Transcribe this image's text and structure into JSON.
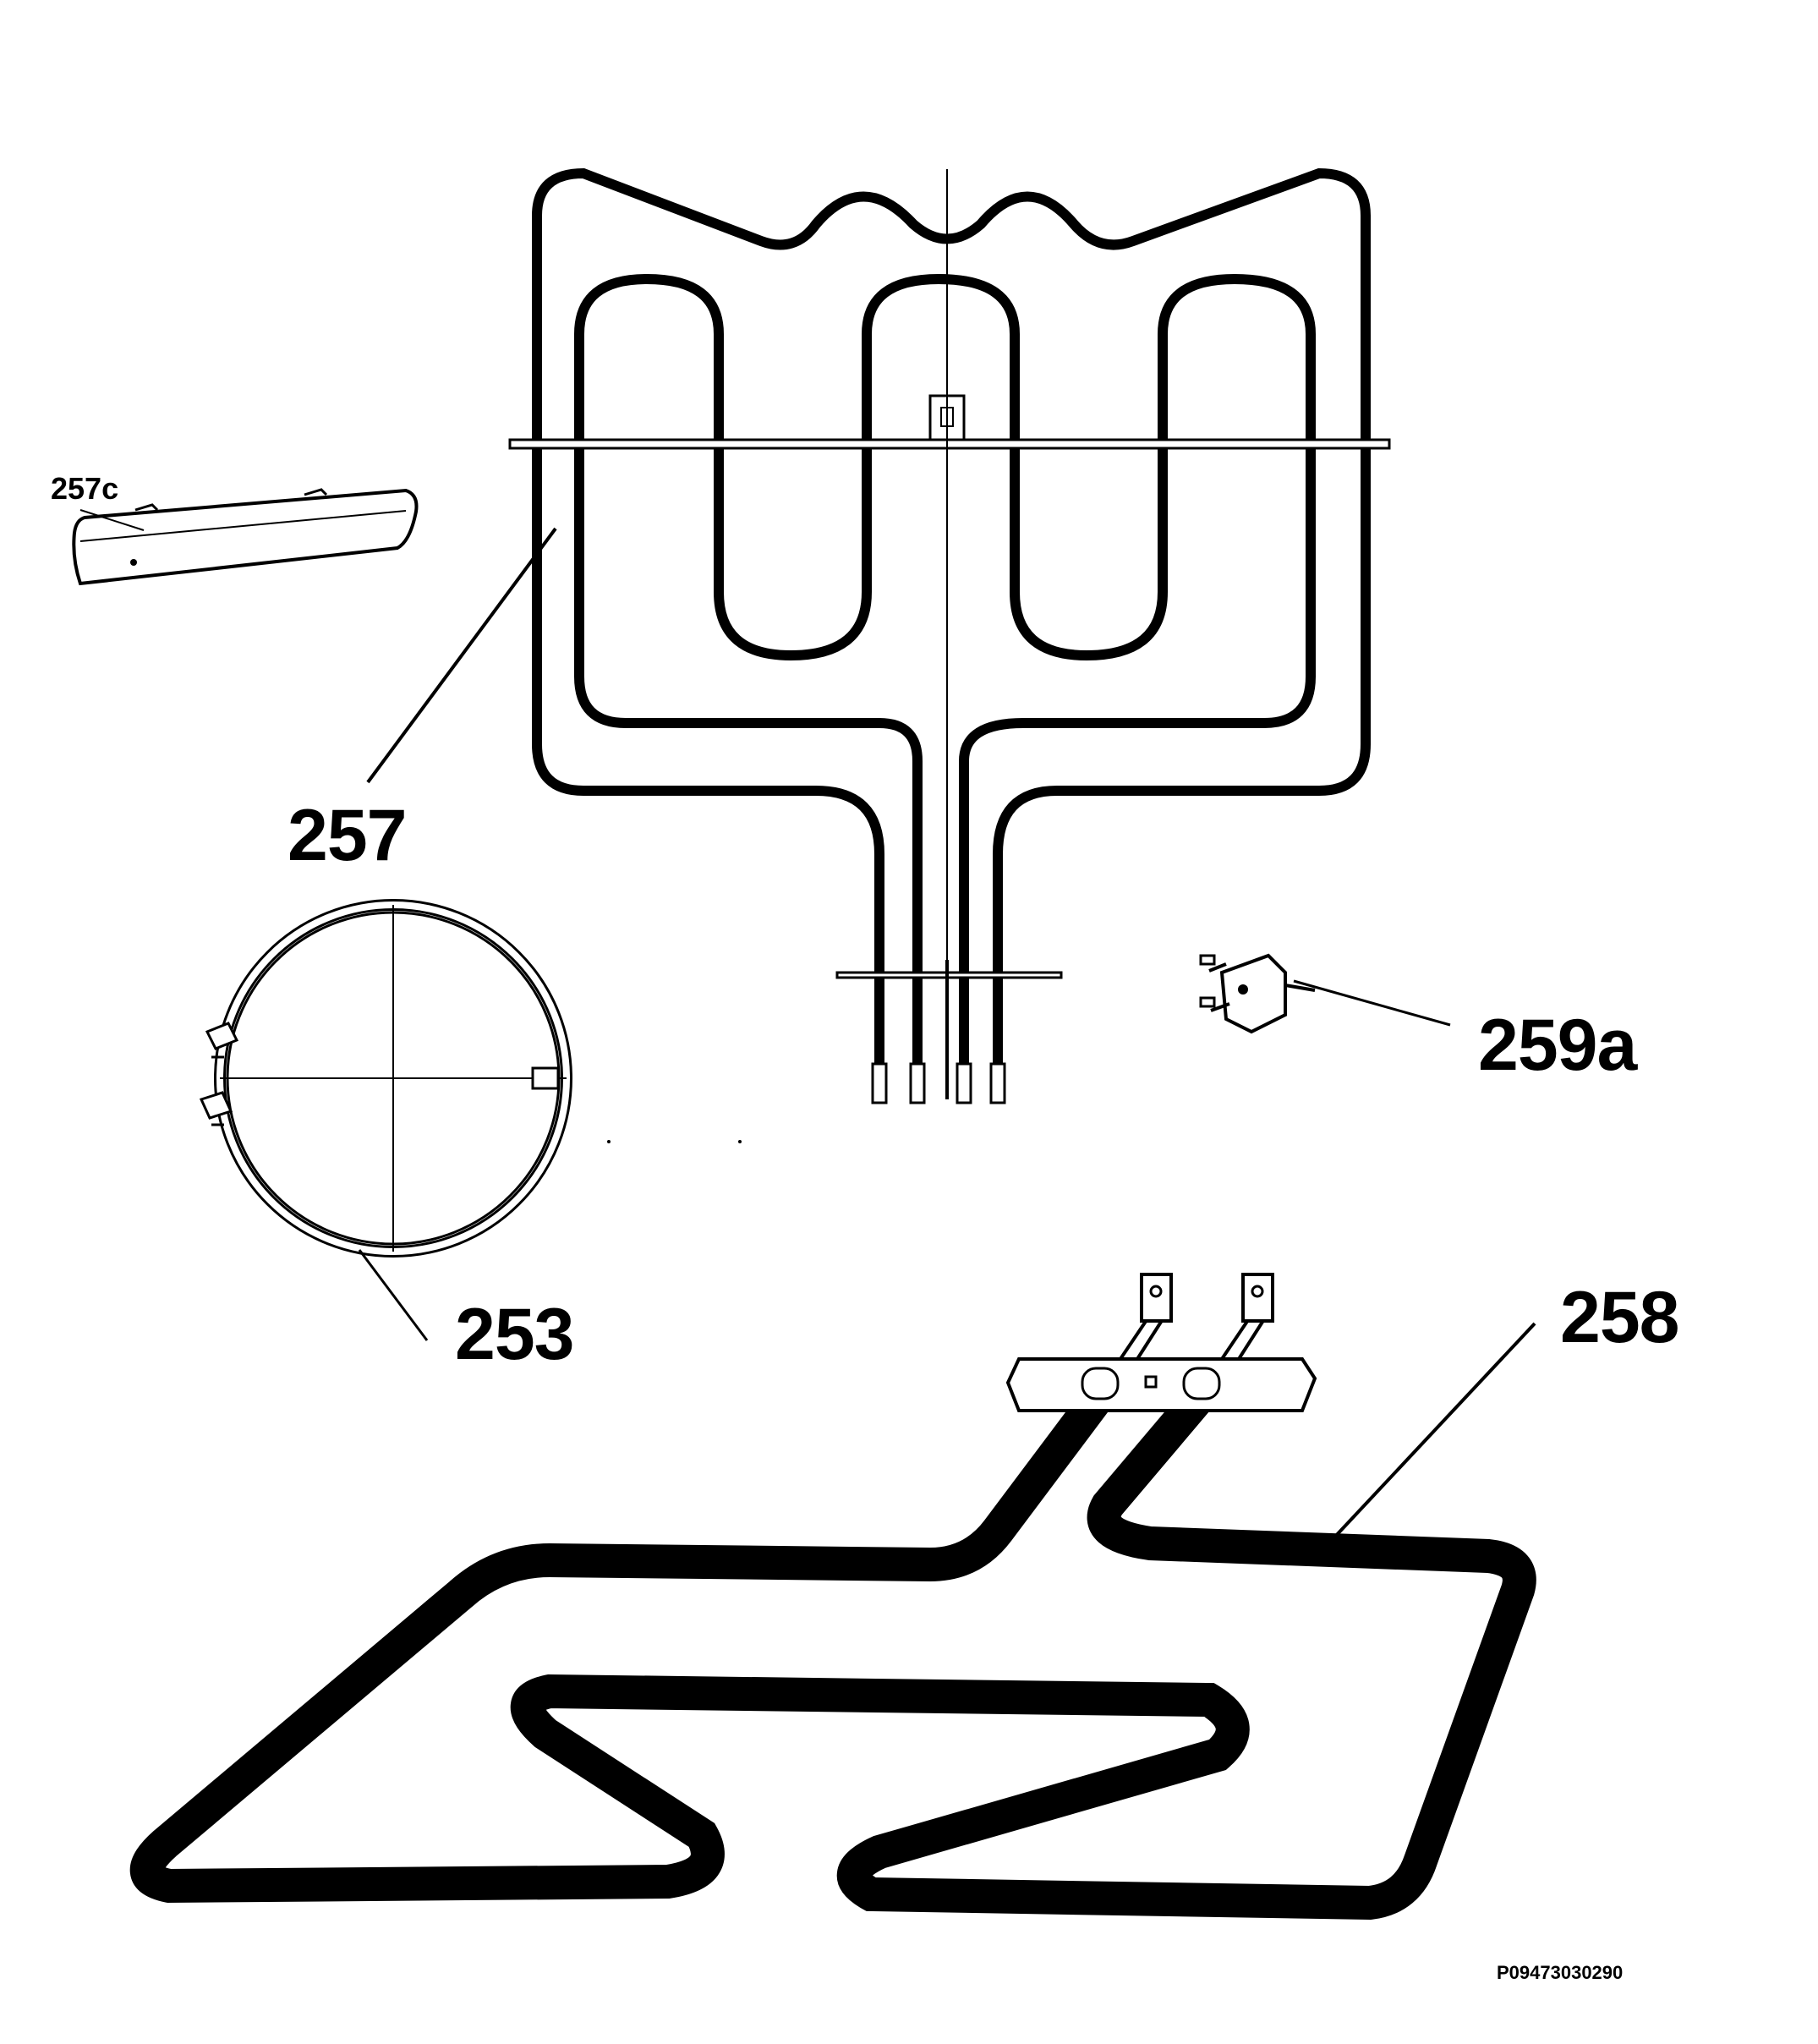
{
  "diagram": {
    "labels": {
      "part_257c": "257c",
      "part_257": "257",
      "part_253": "253",
      "part_259a": "259a",
      "part_258": "258"
    },
    "drawing_code": "P09473030290",
    "colors": {
      "line": "#000000",
      "background": "#ffffff"
    }
  }
}
